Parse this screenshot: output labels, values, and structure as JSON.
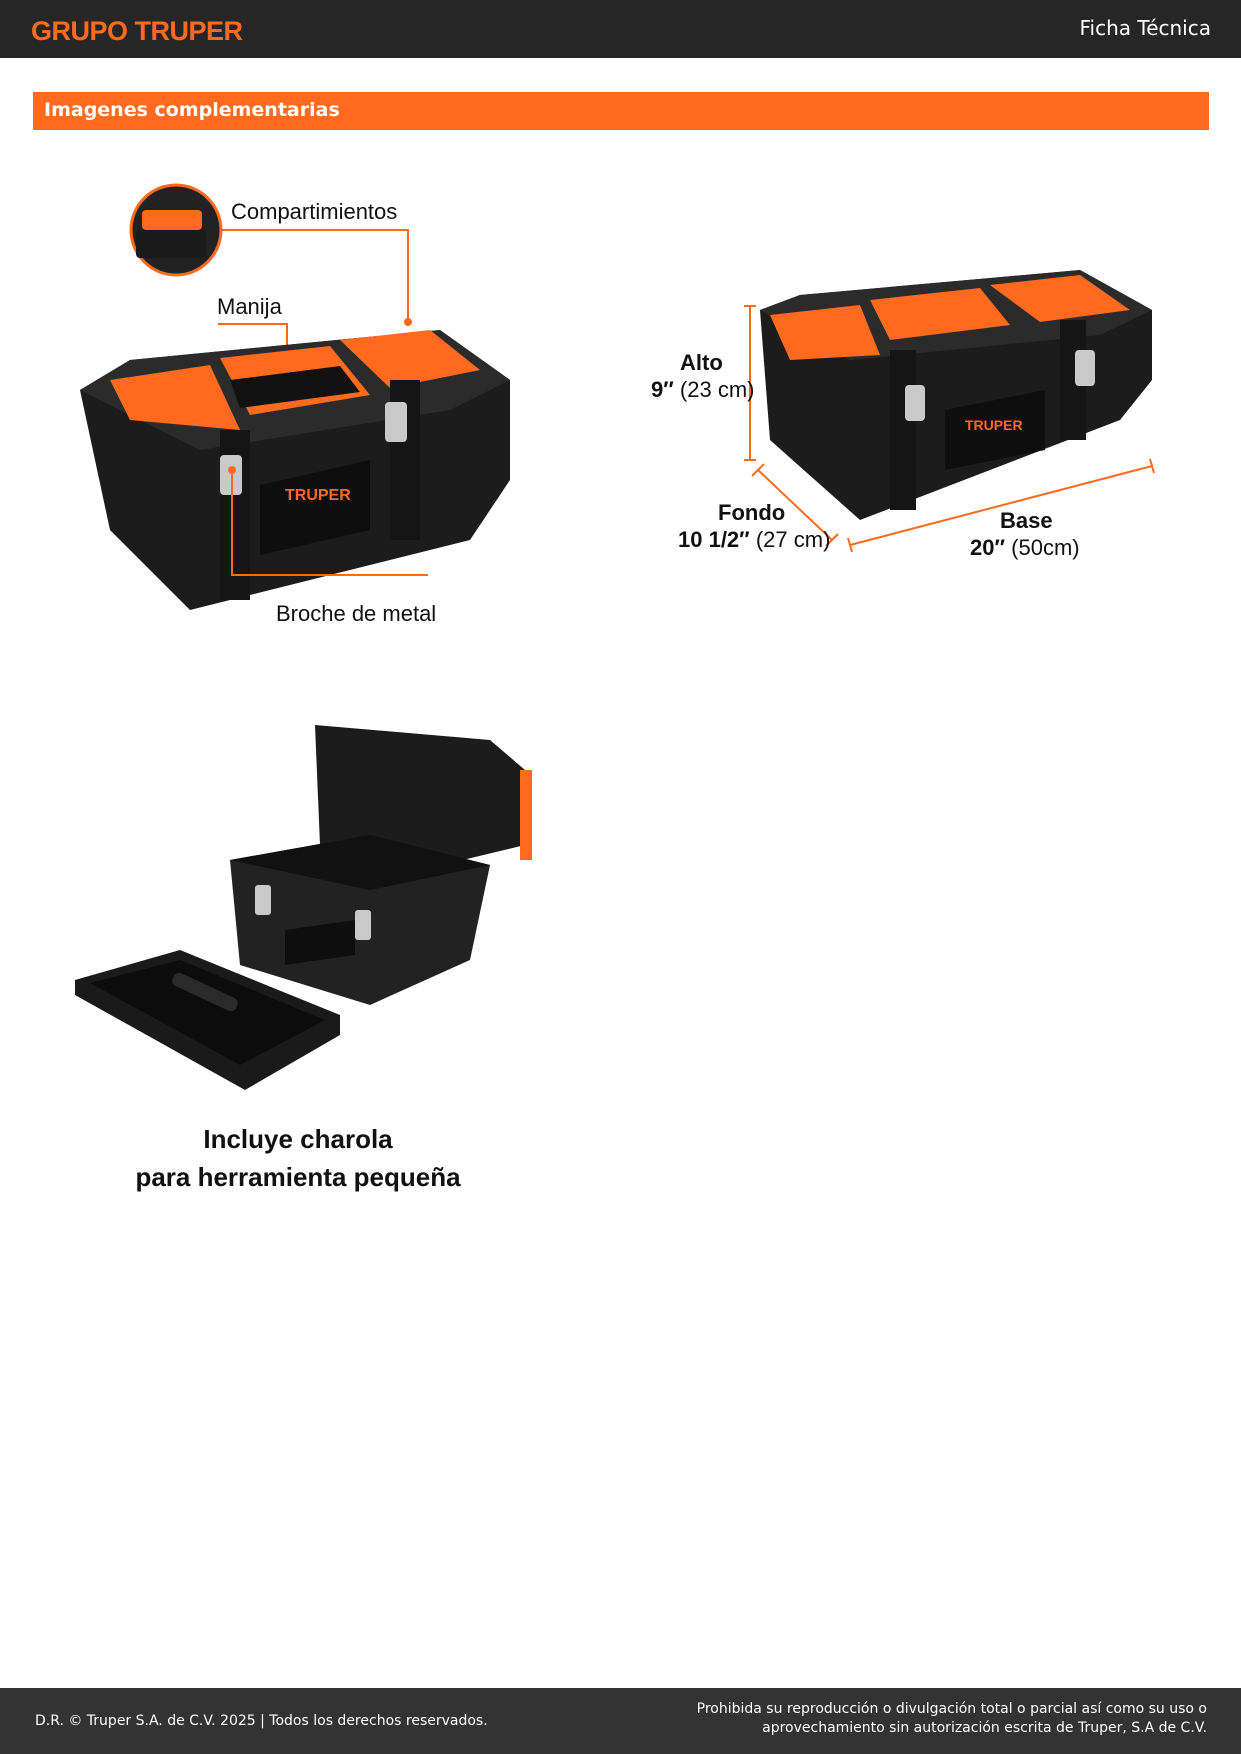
{
  "header": {
    "logo": "GRUPO TRUPER",
    "title": "Ficha Técnica"
  },
  "section": {
    "title": "Imagenes complementarias"
  },
  "figure1": {
    "labels": {
      "compartments": "Compartimientos",
      "handle": "Manija",
      "latch": "Broche de metal"
    },
    "brand": "TRUPER"
  },
  "figure2": {
    "height": {
      "label": "Alto",
      "value": "9″",
      "metric": "(23 cm)"
    },
    "depth": {
      "label": "Fondo",
      "value": "10 1/2″",
      "metric": "(27 cm)"
    },
    "base": {
      "label": "Base",
      "value": "20″",
      "metric": "(50cm)"
    },
    "brand": "TRUPER"
  },
  "figure3": {
    "caption_line1": "Incluye charola",
    "caption_line2": "para herramienta pequeña"
  },
  "footer": {
    "left": "D.R. © Truper S.A. de C.V. 2025 | Todos los derechos reservados.",
    "right_line1": "Prohibida su reproducción o divulgación total o parcial así como su uso o",
    "right_line2": "aprovechamiento sin autorización escrita de Truper, S.A de C.V."
  },
  "colors": {
    "accent": "#ff6a1f",
    "header_bg": "#262626",
    "footer_bg": "#333333"
  }
}
